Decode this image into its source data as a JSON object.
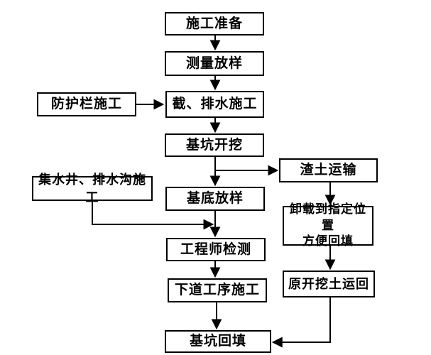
{
  "diagram": {
    "type": "flowchart",
    "description": "Construction process flowchart (foundation pit works)",
    "colors": {
      "border": "#000000",
      "background": "#ffffff",
      "text": "#000000",
      "connector": "#000000"
    },
    "nodes": {
      "prep": {
        "label": "施工准备"
      },
      "survey": {
        "label": "测量放样"
      },
      "fence": {
        "label": "防护栏施工"
      },
      "drainage": {
        "label": "截、排水施工"
      },
      "excavation": {
        "label": "基坑开挖"
      },
      "muck": {
        "label": "渣土运输"
      },
      "sump": {
        "label": "集水井、排水沟施工"
      },
      "base_layout": {
        "label": "基底放样"
      },
      "unload": {
        "label": "卸载到指定位置\n方便回填"
      },
      "inspect": {
        "label": "工程师检测"
      },
      "soil_return": {
        "label": "原开挖土运回"
      },
      "next_process": {
        "label": "下道工序施工"
      },
      "backfill": {
        "label": "基坑回填"
      }
    },
    "edges": [
      {
        "from": "prep",
        "to": "survey"
      },
      {
        "from": "survey",
        "to": "drainage"
      },
      {
        "from": "fence",
        "to": "drainage"
      },
      {
        "from": "drainage",
        "to": "excavation"
      },
      {
        "from": "excavation",
        "to": "base_layout"
      },
      {
        "from": "excavation",
        "to": "muck"
      },
      {
        "from": "muck",
        "to": "unload"
      },
      {
        "from": "unload",
        "to": "soil_return"
      },
      {
        "from": "soil_return",
        "to": "backfill"
      },
      {
        "from": "sump",
        "to": "inspect"
      },
      {
        "from": "base_layout",
        "to": "inspect"
      },
      {
        "from": "inspect",
        "to": "next_process"
      },
      {
        "from": "next_process",
        "to": "backfill"
      }
    ]
  }
}
